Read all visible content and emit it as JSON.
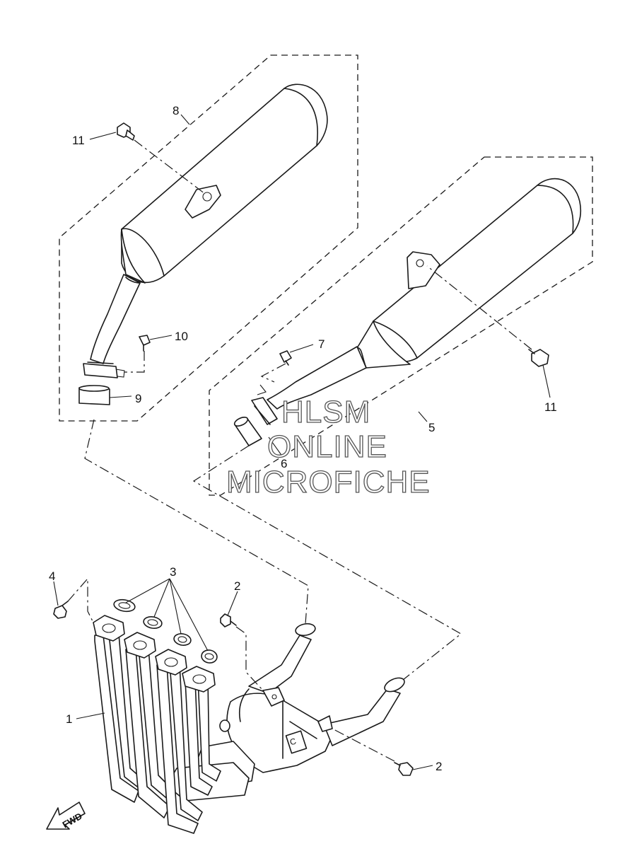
{
  "callouts": {
    "c1": "1",
    "c2a": "2",
    "c2b": "2",
    "c3": "3",
    "c4": "4",
    "c5": "5",
    "c6": "6",
    "c7": "7",
    "c8": "8",
    "c9": "9",
    "c10": "10",
    "c11a": "11",
    "c11b": "11"
  },
  "watermark": {
    "line1": "HLSM",
    "line2": "ONLINE",
    "line3": "MICROFICHE"
  },
  "fwd_label": "FWD",
  "bracket_mark": "C",
  "colors": {
    "line": "#1a1a1a",
    "background": "#ffffff",
    "watermark_outline": "#555555"
  }
}
